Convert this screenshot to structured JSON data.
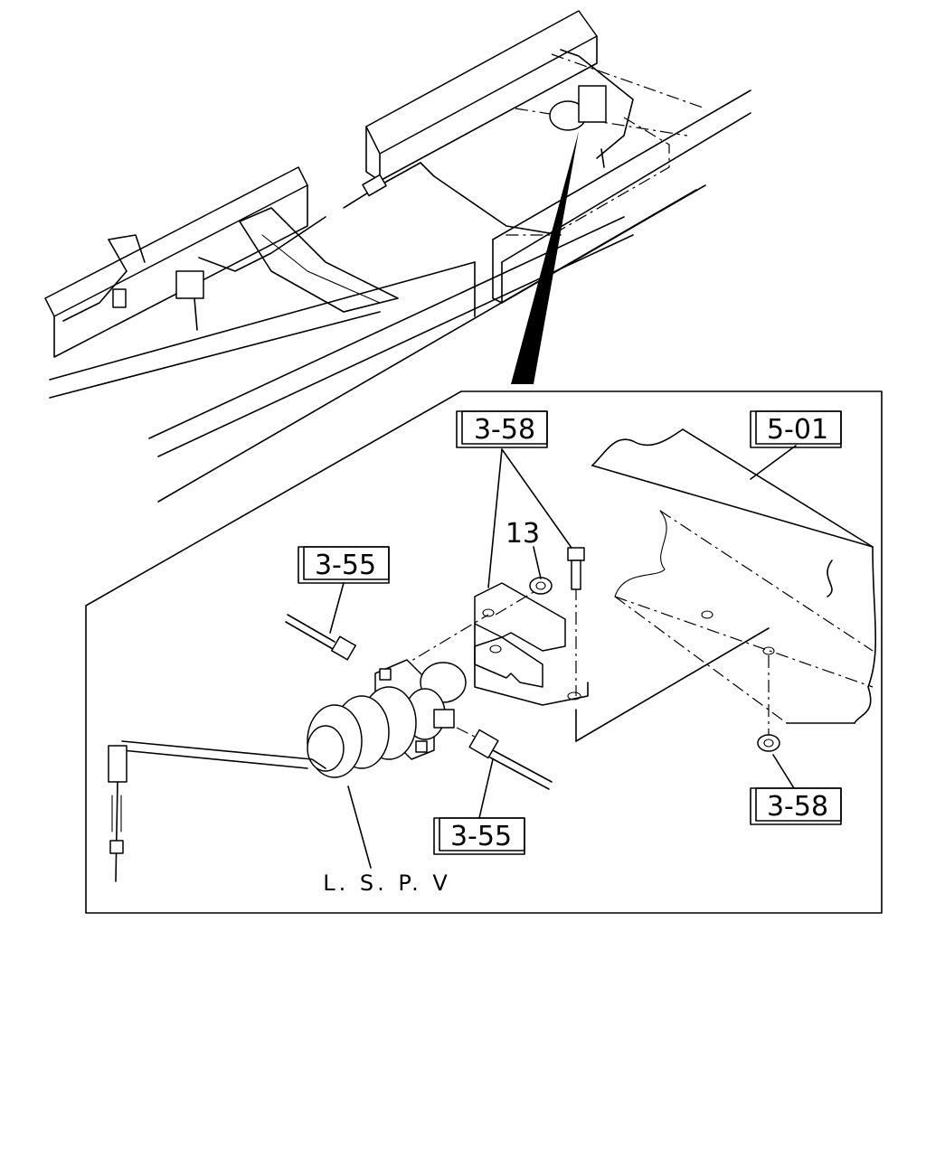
{
  "callouts": {
    "ref_bracket_top": "3-58",
    "ref_frame": "5-01",
    "ref_pipe_left": "3-55",
    "ref_pipe_bottom": "3-55",
    "ref_nut_bottom": "3-58",
    "part_number_13": "13",
    "valve_label": "L. S. P. V"
  }
}
